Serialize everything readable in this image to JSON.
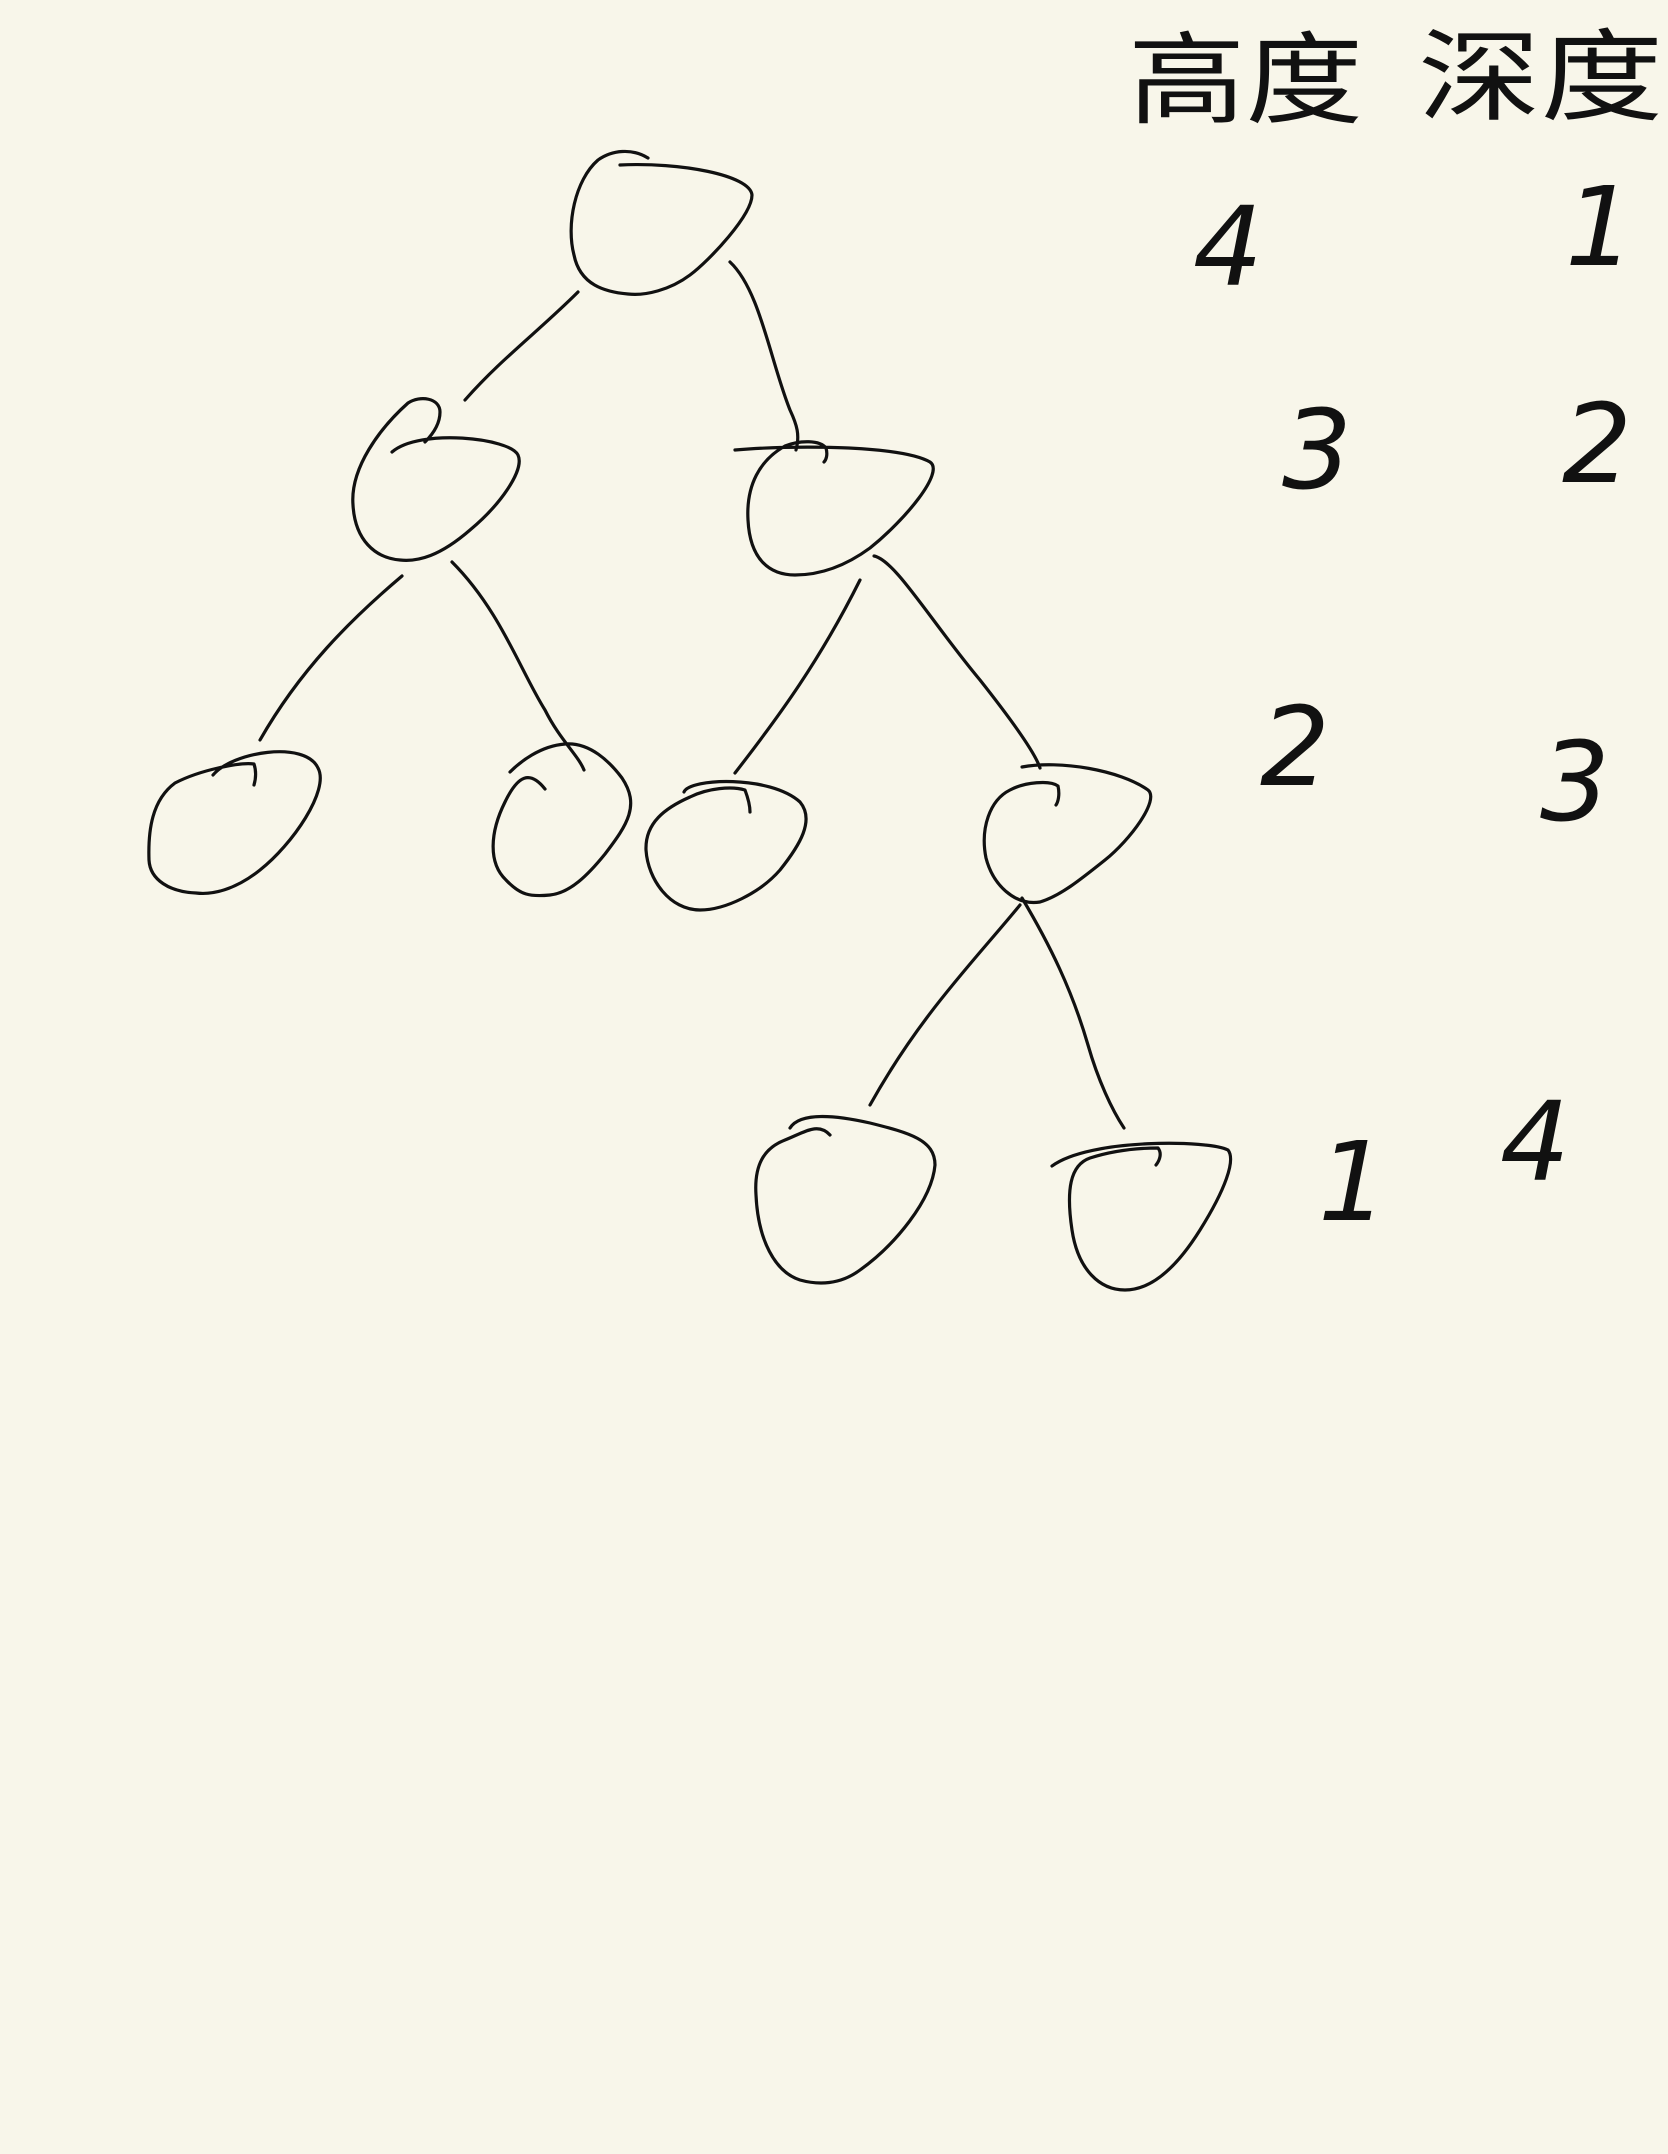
{
  "columns": {
    "height_header": "高度",
    "depth_header": "深度"
  },
  "levels": [
    {
      "height": "4",
      "depth": "1"
    },
    {
      "height": "3",
      "depth": "2"
    },
    {
      "height": "2",
      "depth": "3"
    },
    {
      "height": "1",
      "depth": "4"
    }
  ],
  "colors": {
    "paper": "#f8f6ea",
    "ink": "#111111"
  }
}
